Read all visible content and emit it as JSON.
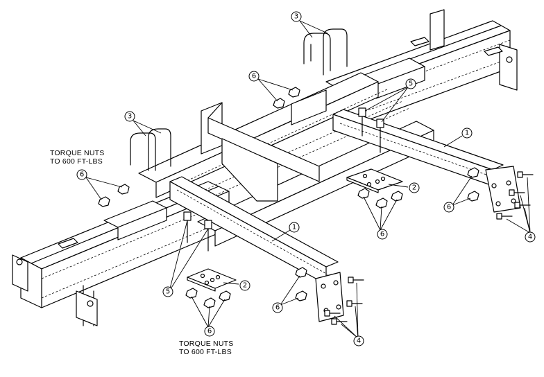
{
  "notes": {
    "left": {
      "line1": "TORQUE NUTS",
      "line2": "TO 600 FT-LBS"
    },
    "bottom": {
      "line1": "TORQUE NUTS",
      "line2": "TO 600 FT-LBS"
    }
  },
  "callouts": {
    "c1a": "1",
    "c1b": "1",
    "c2a": "2",
    "c2b": "2",
    "c3a": "3",
    "c3b": "3",
    "c4a": "4",
    "c4b": "4",
    "c5a": "5",
    "c5b": "5",
    "c6a": "6",
    "c6b": "6",
    "c6c": "6",
    "c6d": "6",
    "c6e": "6"
  },
  "colors": {
    "line": "#000000",
    "background": "#ffffff"
  }
}
